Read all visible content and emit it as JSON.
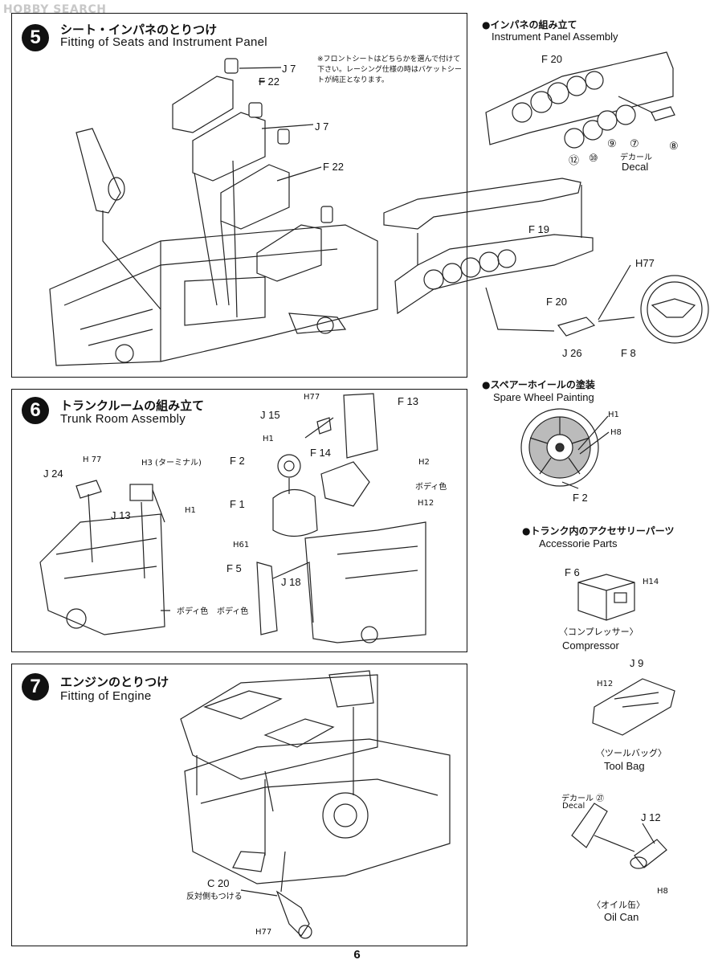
{
  "watermark": "HOBBY SEARCH",
  "page_number": "6",
  "step5": {
    "number": "5",
    "title_jp": "シート・インパネのとりつけ",
    "title_en": "Fitting of Seats and Instrument Panel",
    "note": "※フロントシートはどちらかを選んで付けて下さい。レーシング仕様の時はバケットシートが純正となります。",
    "labels": {
      "j7a": "J 7",
      "f22a": "F 22",
      "j7b": "J 7",
      "f22b": "F 22"
    }
  },
  "panel_assembly": {
    "title_jp": "●インパネの組み立て",
    "title_en": "Instrument Panel Assembly",
    "labels": {
      "f20a": "F 20",
      "n12": "⑫",
      "n10": "⑩",
      "n9": "⑨",
      "n7": "⑦",
      "n8": "⑧",
      "decal_jp": "デカール",
      "decal_en": "Decal",
      "f19": "F 19",
      "f20b": "F 20",
      "h77": "H77",
      "j26": "J 26",
      "f8": "F 8"
    }
  },
  "step6": {
    "number": "6",
    "title_jp": "トランクルームの組み立て",
    "title_en": "Trunk Room Assembly",
    "labels": {
      "j24": "J 24",
      "h77a": "H 77",
      "h3": "H3 (ターミナル)",
      "j13": "J 13",
      "h1a": "H1",
      "body_color_a": "ボディ色",
      "h77b": "H77",
      "j15": "J 15",
      "h1b": "H1",
      "f13": "F 13",
      "f2": "F 2",
      "f14": "F 14",
      "h2": "H2",
      "body_color_b": "ボディ色",
      "f1": "F 1",
      "h12": "H12",
      "h61": "H61",
      "f5": "F 5",
      "j18": "J 18",
      "body_color_c": "ボディ色"
    }
  },
  "spare_wheel": {
    "title_jp": "●スペアーホイールの塗装",
    "title_en": "Spare Wheel Painting",
    "labels": {
      "h1": "H1",
      "h8": "H8",
      "f2": "F 2"
    }
  },
  "trunk_accessories": {
    "title_jp": "●トランク内のアクセサリーパーツ",
    "title_en": "Accessorie Parts",
    "compressor": {
      "part": "F 6",
      "h14": "H14",
      "name_jp": "〈コンプレッサー〉",
      "name_en": "Compressor"
    },
    "tool_bag": {
      "part": "J 9",
      "h12": "H12",
      "name_jp": "〈ツールバッグ〉",
      "name_en": "Tool Bag"
    },
    "oil_can": {
      "decal_jp": "デカール ㉗",
      "decal_en": "Decal",
      "part": "J 12",
      "h8": "H8",
      "name_jp": "〈オイル缶〉",
      "name_en": "Oil Can"
    }
  },
  "step7": {
    "number": "7",
    "title_jp": "エンジンのとりつけ",
    "title_en": "Fitting of Engine",
    "labels": {
      "c20": "C 20",
      "c20_note": "反対側もつける",
      "h77": "H77"
    }
  }
}
